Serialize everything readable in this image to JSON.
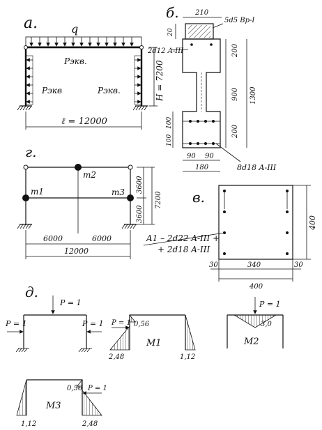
{
  "panels": {
    "a": {
      "label": "а.",
      "load": "q",
      "pe1": "Pэкв.",
      "pe2": "Pэкв",
      "pe3": "Pэкв.",
      "height": "H = 7200",
      "span": "ℓ = 12000",
      "rebar": "2d12 A-III"
    },
    "b": {
      "label": "б.",
      "dim_top": "210",
      "dim_20": "20",
      "slab_rebar": "5d5 Bp-I",
      "dims_right": [
        "200",
        "900",
        "1300",
        "200"
      ],
      "dims_left": [
        "100",
        "100"
      ],
      "dims_bottom": [
        "90",
        "90",
        "180"
      ],
      "rebar_bottom": "8d18 A-III"
    },
    "g": {
      "label": "г.",
      "m1": "m1",
      "m2": "m2",
      "m3": "m3",
      "dims_right": [
        "3600",
        "3600",
        "7200"
      ],
      "dims_bottom": [
        "6000",
        "6000",
        "12000"
      ]
    },
    "v": {
      "label": "в.",
      "dim_h": "400",
      "dims_bottom": [
        "30",
        "340",
        "30",
        "400"
      ],
      "note_line1": "A1 – 2d22 A-III +",
      "note_line2": "+ 2d18 A-III"
    },
    "d": {
      "label": "д.",
      "p_top": "P = 1",
      "p_left": "P = 1",
      "p_right": "P = 1",
      "m1": {
        "name": "M1",
        "p": "P = 1",
        "v_top": "0,56",
        "v_left": "2,48",
        "v_right": "1,12"
      },
      "m2": {
        "name": "M2",
        "p": "P = 1",
        "v": "3,0"
      },
      "m3": {
        "name": "M3",
        "p": "P = 1",
        "v_top": "0,56",
        "v_left": "1,12",
        "v_right": "2,48"
      }
    }
  }
}
